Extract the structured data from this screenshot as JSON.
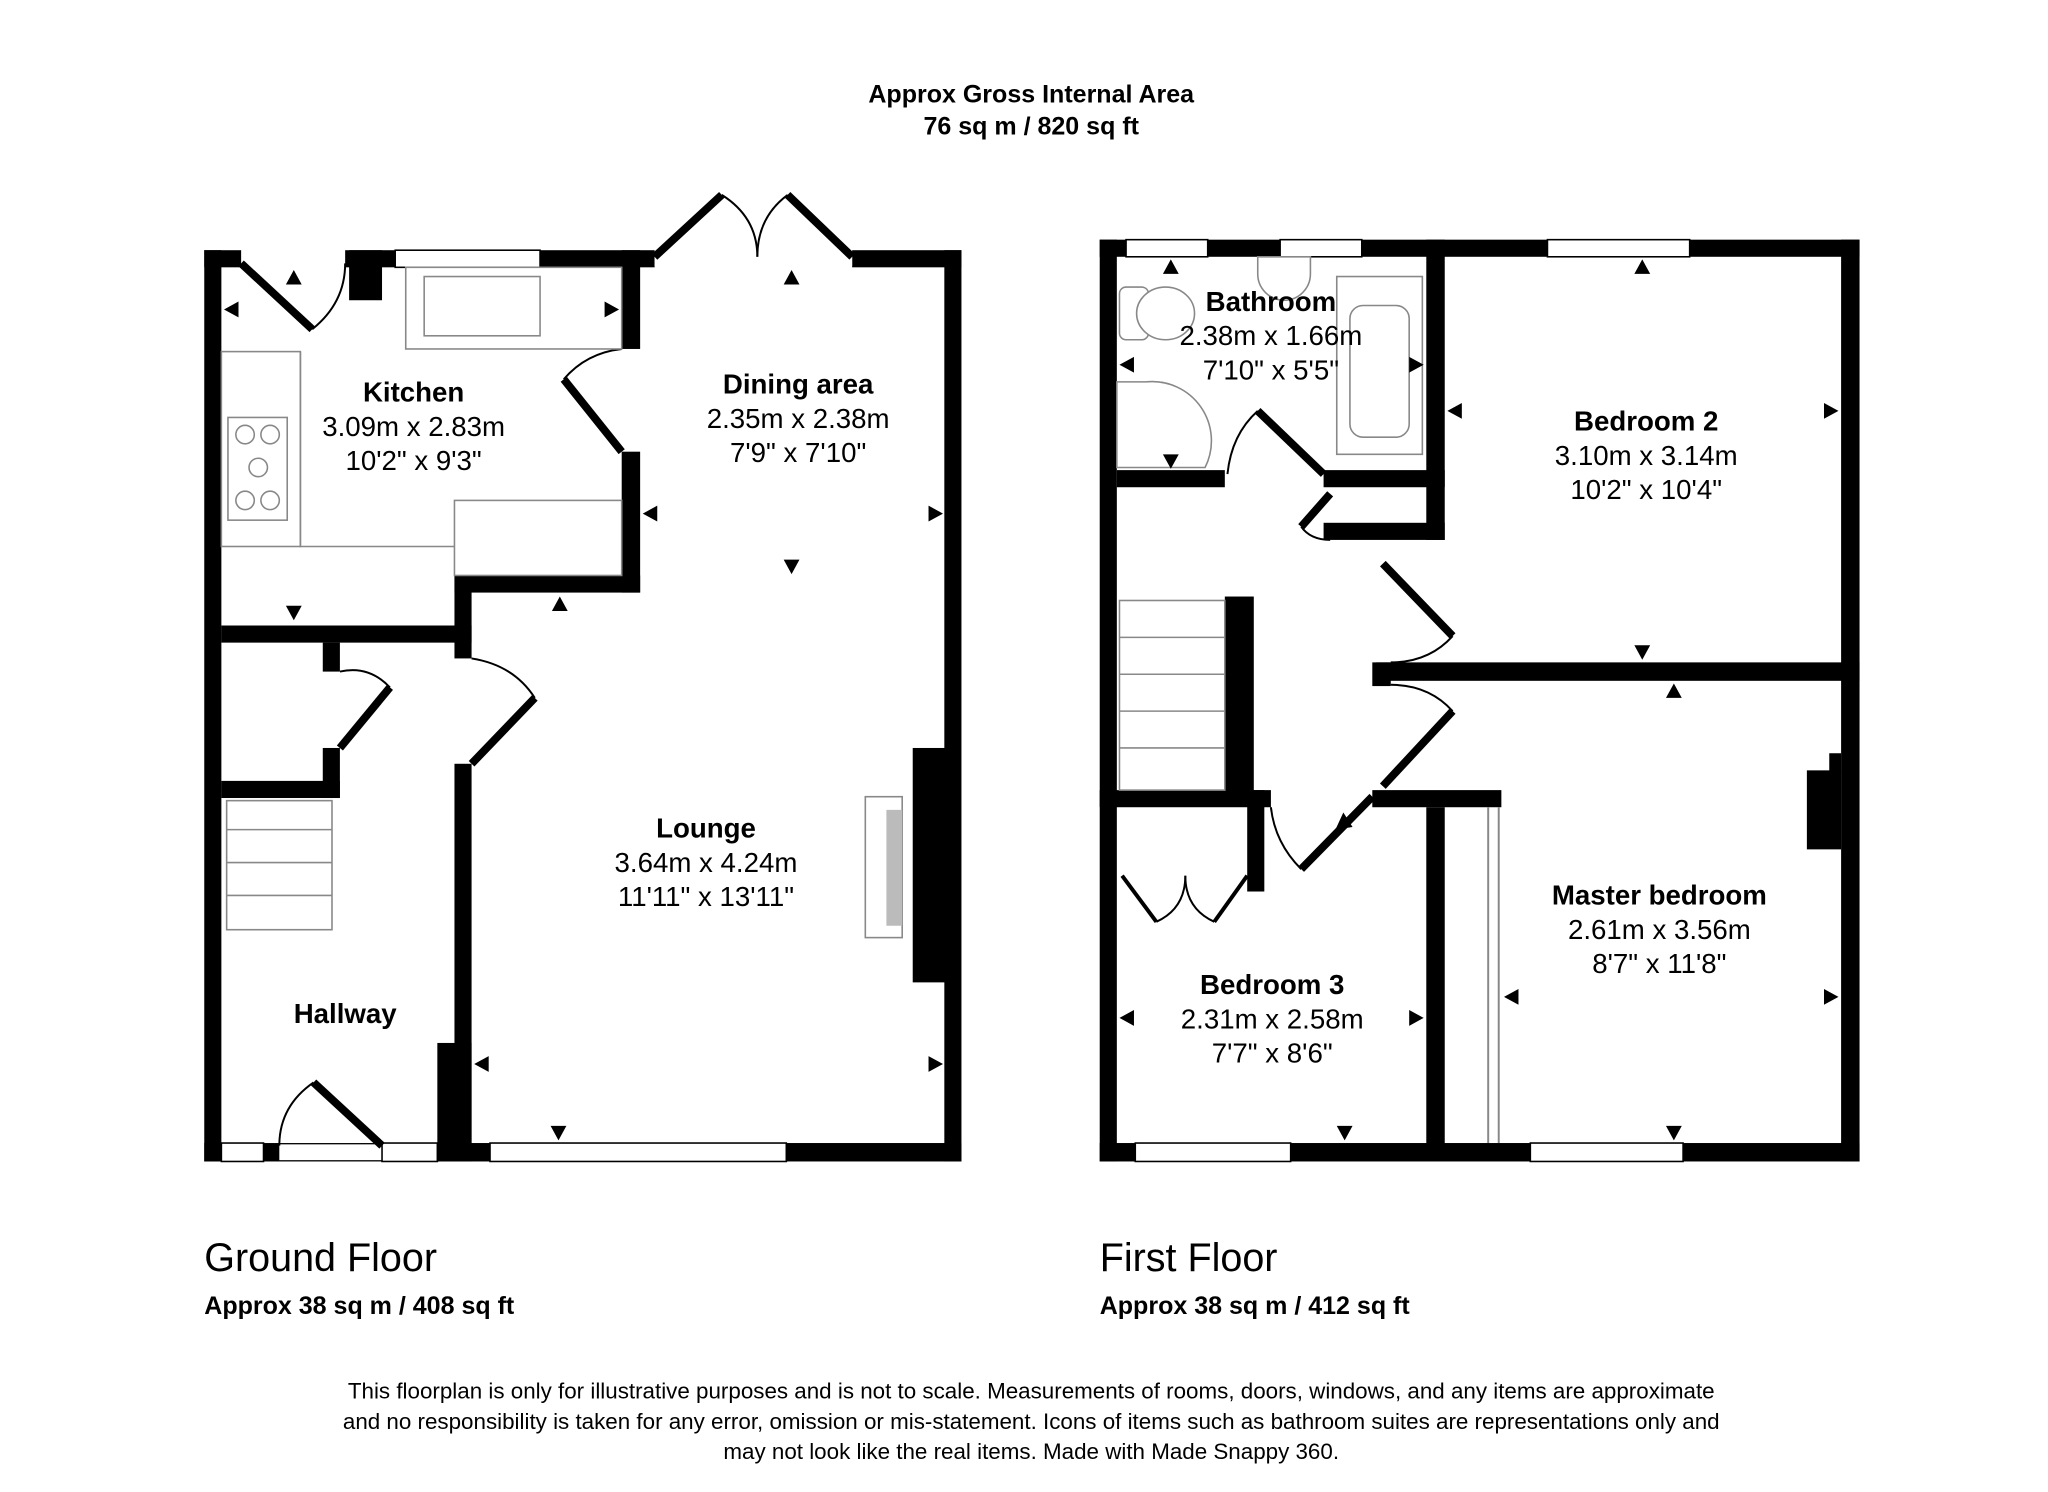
{
  "header": {
    "line1": "Approx Gross Internal Area",
    "line2": "76 sq m / 820 sq ft"
  },
  "ground_floor": {
    "title": "Ground Floor",
    "area": "Approx 38 sq m / 408 sq ft",
    "rooms": [
      {
        "name": "Kitchen",
        "metric": "3.09m x 2.83m",
        "imperial": "10'2\" x 9'3\""
      },
      {
        "name": "Dining area",
        "metric": "2.35m x 2.38m",
        "imperial": "7'9\" x 7'10\""
      },
      {
        "name": "Lounge",
        "metric": "3.64m x 4.24m",
        "imperial": "11'11\" x 13'11\""
      },
      {
        "name": "Hallway"
      }
    ]
  },
  "first_floor": {
    "title": "First Floor",
    "area": "Approx 38 sq m / 412 sq ft",
    "rooms": [
      {
        "name": "Bathroom",
        "metric": "2.38m x 1.66m",
        "imperial": "7'10\" x 5'5\""
      },
      {
        "name": "Bedroom 2",
        "metric": "3.10m x 3.14m",
        "imperial": "10'2\" x 10'4\""
      },
      {
        "name": "Master bedroom",
        "metric": "2.61m x 3.56m",
        "imperial": "8'7\" x 11'8\""
      },
      {
        "name": "Bedroom 3",
        "metric": "2.31m x 2.58m",
        "imperial": "7'7\" x 8'6\""
      }
    ]
  },
  "disclaimer": [
    "This floorplan is only for illustrative purposes and is not to scale. Measurements of rooms, doors, windows, and any items are approximate",
    "and no responsibility is taken for any error, omission or mis-statement. Icons of items such as bathroom suites are representations only and",
    "may not look like the real items. Made with Made Snappy 360."
  ]
}
